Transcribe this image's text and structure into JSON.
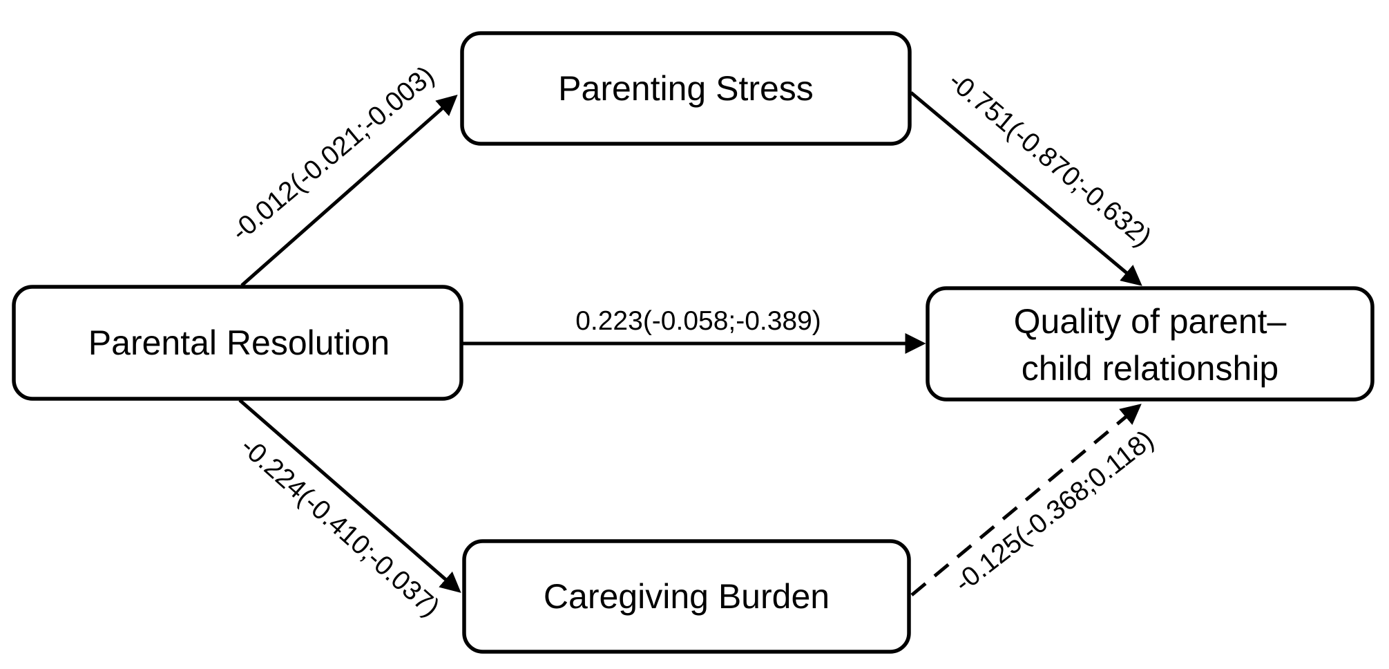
{
  "diagram": {
    "type": "mediation-path-diagram",
    "background_color": "#ffffff",
    "line_color": "#000000",
    "nodes": {
      "parental_resolution": {
        "label": "Parental Resolution"
      },
      "parenting_stress": {
        "label": "Parenting Stress"
      },
      "caregiving_burden": {
        "label": "Caregiving Burden"
      },
      "quality_of_relationship": {
        "label_line1": "Quality of parent–",
        "label_line2": "child relationship"
      }
    },
    "edges": {
      "pr_to_ps": {
        "from": "parental_resolution",
        "to": "parenting_stress",
        "label": "-0.012(-0.021;-0.003)",
        "style": "solid"
      },
      "ps_to_q": {
        "from": "parenting_stress",
        "to": "quality_of_relationship",
        "label": "-0.751(-0.870;-0.632)",
        "style": "solid"
      },
      "pr_to_q": {
        "from": "parental_resolution",
        "to": "quality_of_relationship",
        "label": "0.223(-0.058;-0.389)",
        "style": "solid"
      },
      "pr_to_cb": {
        "from": "parental_resolution",
        "to": "caregiving_burden",
        "label": "-0.224(-0.410;-0.037)",
        "style": "solid"
      },
      "cb_to_q": {
        "from": "caregiving_burden",
        "to": "quality_of_relationship",
        "label": "-0.125(-0.368;0.118)",
        "style": "dashed"
      }
    }
  }
}
